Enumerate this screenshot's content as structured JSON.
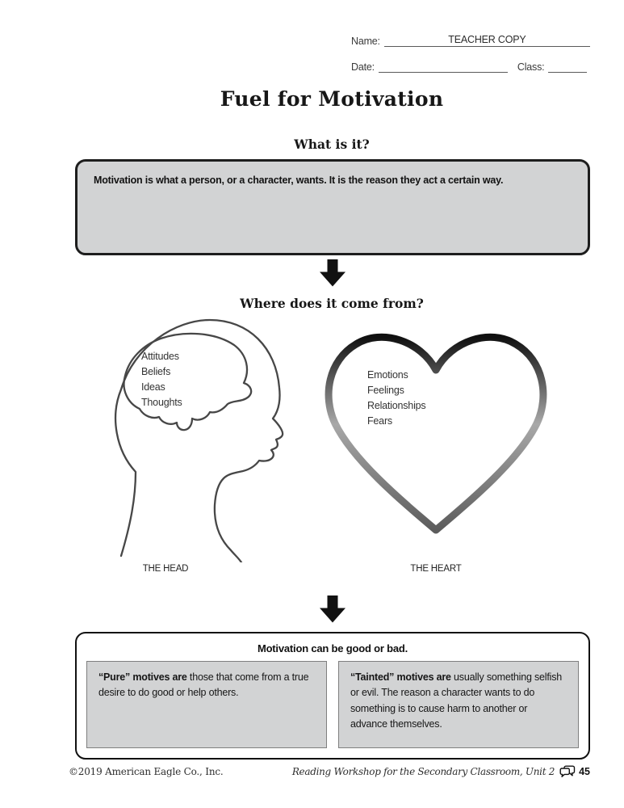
{
  "header": {
    "name_label": "Name:",
    "name_value": "TEACHER COPY",
    "date_label": "Date:",
    "class_label": "Class:"
  },
  "title": "Fuel for Motivation",
  "what_section": {
    "heading": "What is it?",
    "definition": "Motivation is what a person, or a character, wants. It is the reason they act a certain way."
  },
  "where_section": {
    "heading": "Where does it come from?",
    "head": {
      "labels": [
        "Attitudes",
        "Beliefs",
        "Ideas",
        "Thoughts"
      ],
      "caption": "THE HEAD"
    },
    "heart": {
      "labels": [
        "Emotions",
        "Feelings",
        "Relationships",
        "Fears"
      ],
      "caption": "THE HEART"
    }
  },
  "good_bad_section": {
    "heading": "Motivation can be good or bad.",
    "pure": {
      "lead": "“Pure” motives are",
      "rest": " those that come from a true desire to do good or help others."
    },
    "tainted": {
      "lead": "“Tainted” motives are",
      "rest": " usually something selfish or evil. The reason a character wants to do something is to cause harm to another or advance themselves."
    }
  },
  "footer": {
    "copyright": "©2019 American Eagle Co., Inc.",
    "book_title": "Reading Workshop for the Secondary Classroom, Unit 2",
    "page_number": "45"
  },
  "colors": {
    "box_fill": "#d2d3d4",
    "box_border_dark": "#1d1d1d",
    "inner_box_border": "#7f7f7f",
    "ink": "#1d1d1d"
  }
}
